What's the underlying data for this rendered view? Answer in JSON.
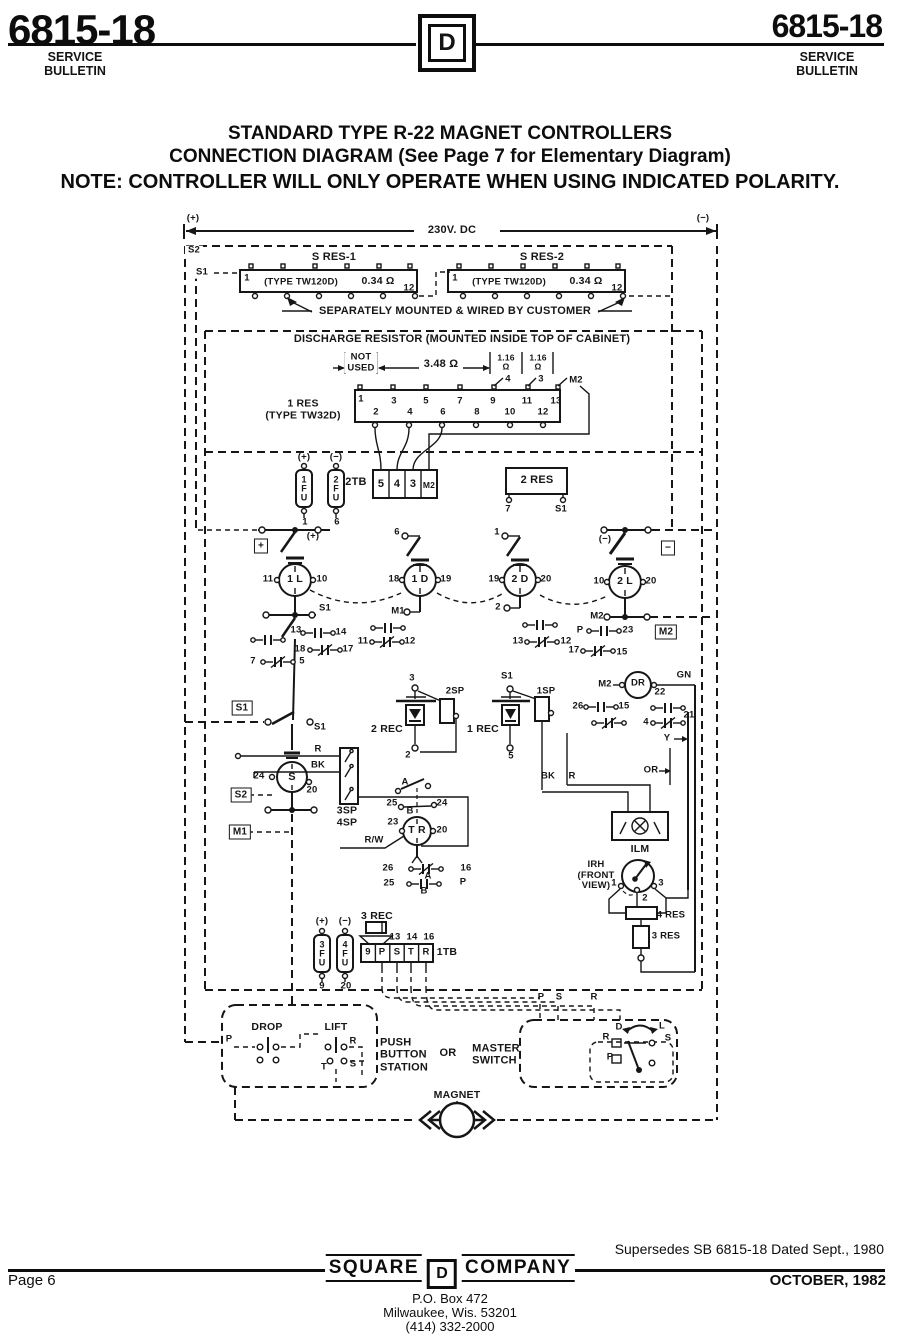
{
  "header": {
    "doc_number": "6815-18",
    "service_bulletin": "SERVICE\nBULLETIN",
    "logo_letter": "D"
  },
  "title": {
    "line1": "STANDARD TYPE R-22 MAGNET CONTROLLERS",
    "line2": "CONNECTION DIAGRAM (See Page 7 for Elementary Diagram)",
    "line3": "NOTE: CONTROLLER WILL ONLY OPERATE WHEN USING INDICATED POLARITY."
  },
  "footer": {
    "supersedes": "Supersedes SB 6815-18 Dated Sept., 1980",
    "page": "Page 6",
    "date": "OCTOBER, 1982",
    "company_left": "SQUARE",
    "company_d": "D",
    "company_right": "COMPANY",
    "address1": "P.O. Box 472",
    "address2": "Milwaukee, Wis. 53201",
    "address3": "(414) 332-2000"
  },
  "diagram": {
    "labels": {
      "plus_top": "(+)",
      "volts": "230V. DC",
      "minus_top": "(−)",
      "s2": "S2",
      "s1": "S1",
      "sres1": "S RES-1",
      "sres2": "S RES-2",
      "type1": "(TYPE  TW120D)",
      "val1": "0.34 Ω",
      "t1a": "1",
      "t12a": "12",
      "type2": "(TYPE  TW120D)",
      "val2": "0.34 Ω",
      "t1b": "1",
      "t12b": "12",
      "sep": "SEPARATELY  MOUNTED  &  WIRED  BY  CUSTOMER",
      "dis": "DISCHARGE  RESISTOR   (MOUNTED  INSIDE  TOP  OF  CABINET)",
      "notused": "NOT\nUSED",
      "r348": "3.48 Ω",
      "r116a": "1.16\nΩ",
      "r116b": "1.16\nΩ",
      "d4": "4",
      "d3": "3",
      "dm2": "M2",
      "res1": "1 RES\n(TYPE TW32D)",
      "rt1": "1",
      "rt3": "3",
      "rt5": "5",
      "rt7": "7",
      "rt9": "9",
      "rt11": "11",
      "rt13": "13",
      "rb2": "2",
      "rb4": "4",
      "rb6": "6",
      "rb8": "8",
      "rb10": "10",
      "rb12": "12",
      "fup": "(+)",
      "fum": "(−)",
      "fu1": "1FU",
      "fu2": "2FU",
      "fu1t": "1",
      "fu2t": "6",
      "tb2": "2TB",
      "tb2c1": "5",
      "tb2c2": "4",
      "tb2c3": "3",
      "tb2c4": "M2",
      "res2": "2  RES",
      "res2t7": "7",
      "res2ts1": "S1",
      "bplus": "+",
      "plus2": "(+)",
      "minus2": "(−)",
      "bminus": "−",
      "n6": "6",
      "n1": "1",
      "c11": "11",
      "c1l": "1 L",
      "c10": "10",
      "c18": "18",
      "c1d": "1 D",
      "c19": "19",
      "m1": "M1",
      "c19b": "19",
      "c2d": "2 D",
      "c20": "20",
      "n2": "2",
      "c10b": "10",
      "c2l": "2 L",
      "c20b": "20",
      "m2": "M2",
      "s1j": "S1",
      "s1j2": "S1",
      "s1box": "S1",
      "s2box": "S2",
      "m1box": "M1",
      "m2box": "M2",
      "k13": "13",
      "k14": "14",
      "k18": "18",
      "k17": "17",
      "k7": "7",
      "k5": "5",
      "k11": "11",
      "k12": "12",
      "kp": "P",
      "k23": "23",
      "k13b": "13",
      "k12b": "12",
      "k17b": "17",
      "k15": "15",
      "n3": "3",
      "sp2": "2SP",
      "rec2": "2 REC",
      "n2b": "2",
      "s1m": "S1",
      "sp1": "1SP",
      "rec1": "1 REC",
      "n5": "5",
      "m2dr": "M2",
      "dr": "DR",
      "n22": "22",
      "gn": "GN",
      "k26": "26",
      "k15b": "15",
      "k21": "21",
      "k4": "4",
      "yw": "Y",
      "orw": "OR",
      "bk": "BK",
      "rwire": "R",
      "rlbl": "R",
      "bklbl": "BK",
      "c24": "24",
      "sc": "S",
      "c20c": "20",
      "sp34": "3SP\n4SP",
      "ka": "A",
      "k25": "25",
      "kb": "B",
      "k24": "24",
      "k23b": "23",
      "tr": "T R",
      "k20": "20",
      "rwl": "R/W",
      "k26b": "26",
      "ka2": "A",
      "k16": "16",
      "k25b": "25",
      "kb2": "B",
      "kpb": "P",
      "rec3": "3 REC",
      "fu3p": "(+)",
      "fu3m": "(−)",
      "fu3": "3FU",
      "fu4": "4FU",
      "fu3t": "9",
      "fu4t": "20",
      "t13": "13",
      "t14": "14",
      "t16": "16",
      "tbc9": "9",
      "tbcp": "P",
      "tbcs": "S",
      "tbct": "T",
      "tbcr": "R",
      "tb1": "1TB",
      "irh": "IRH\n(FRONT\nVIEW)",
      "irh1": "1",
      "irh2": "2",
      "irh3": "3",
      "res4": "4 RES",
      "res3": "3 RES",
      "ilm": "ILM",
      "drop": "DROP",
      "lift": "LIFT",
      "pp": "P",
      "pr": "R",
      "pt": "T",
      "ps": "S",
      "pbs": "PUSH\nBUTTON\nSTATION",
      "or": "OR",
      "ms": "MASTER\nSWITCH",
      "msp": "P",
      "mss": "S",
      "msr": "R",
      "msd": "D",
      "msl": "L",
      "msr2": "R",
      "mss2": "S",
      "msp2": "P",
      "magnet": "MAGNET"
    }
  }
}
